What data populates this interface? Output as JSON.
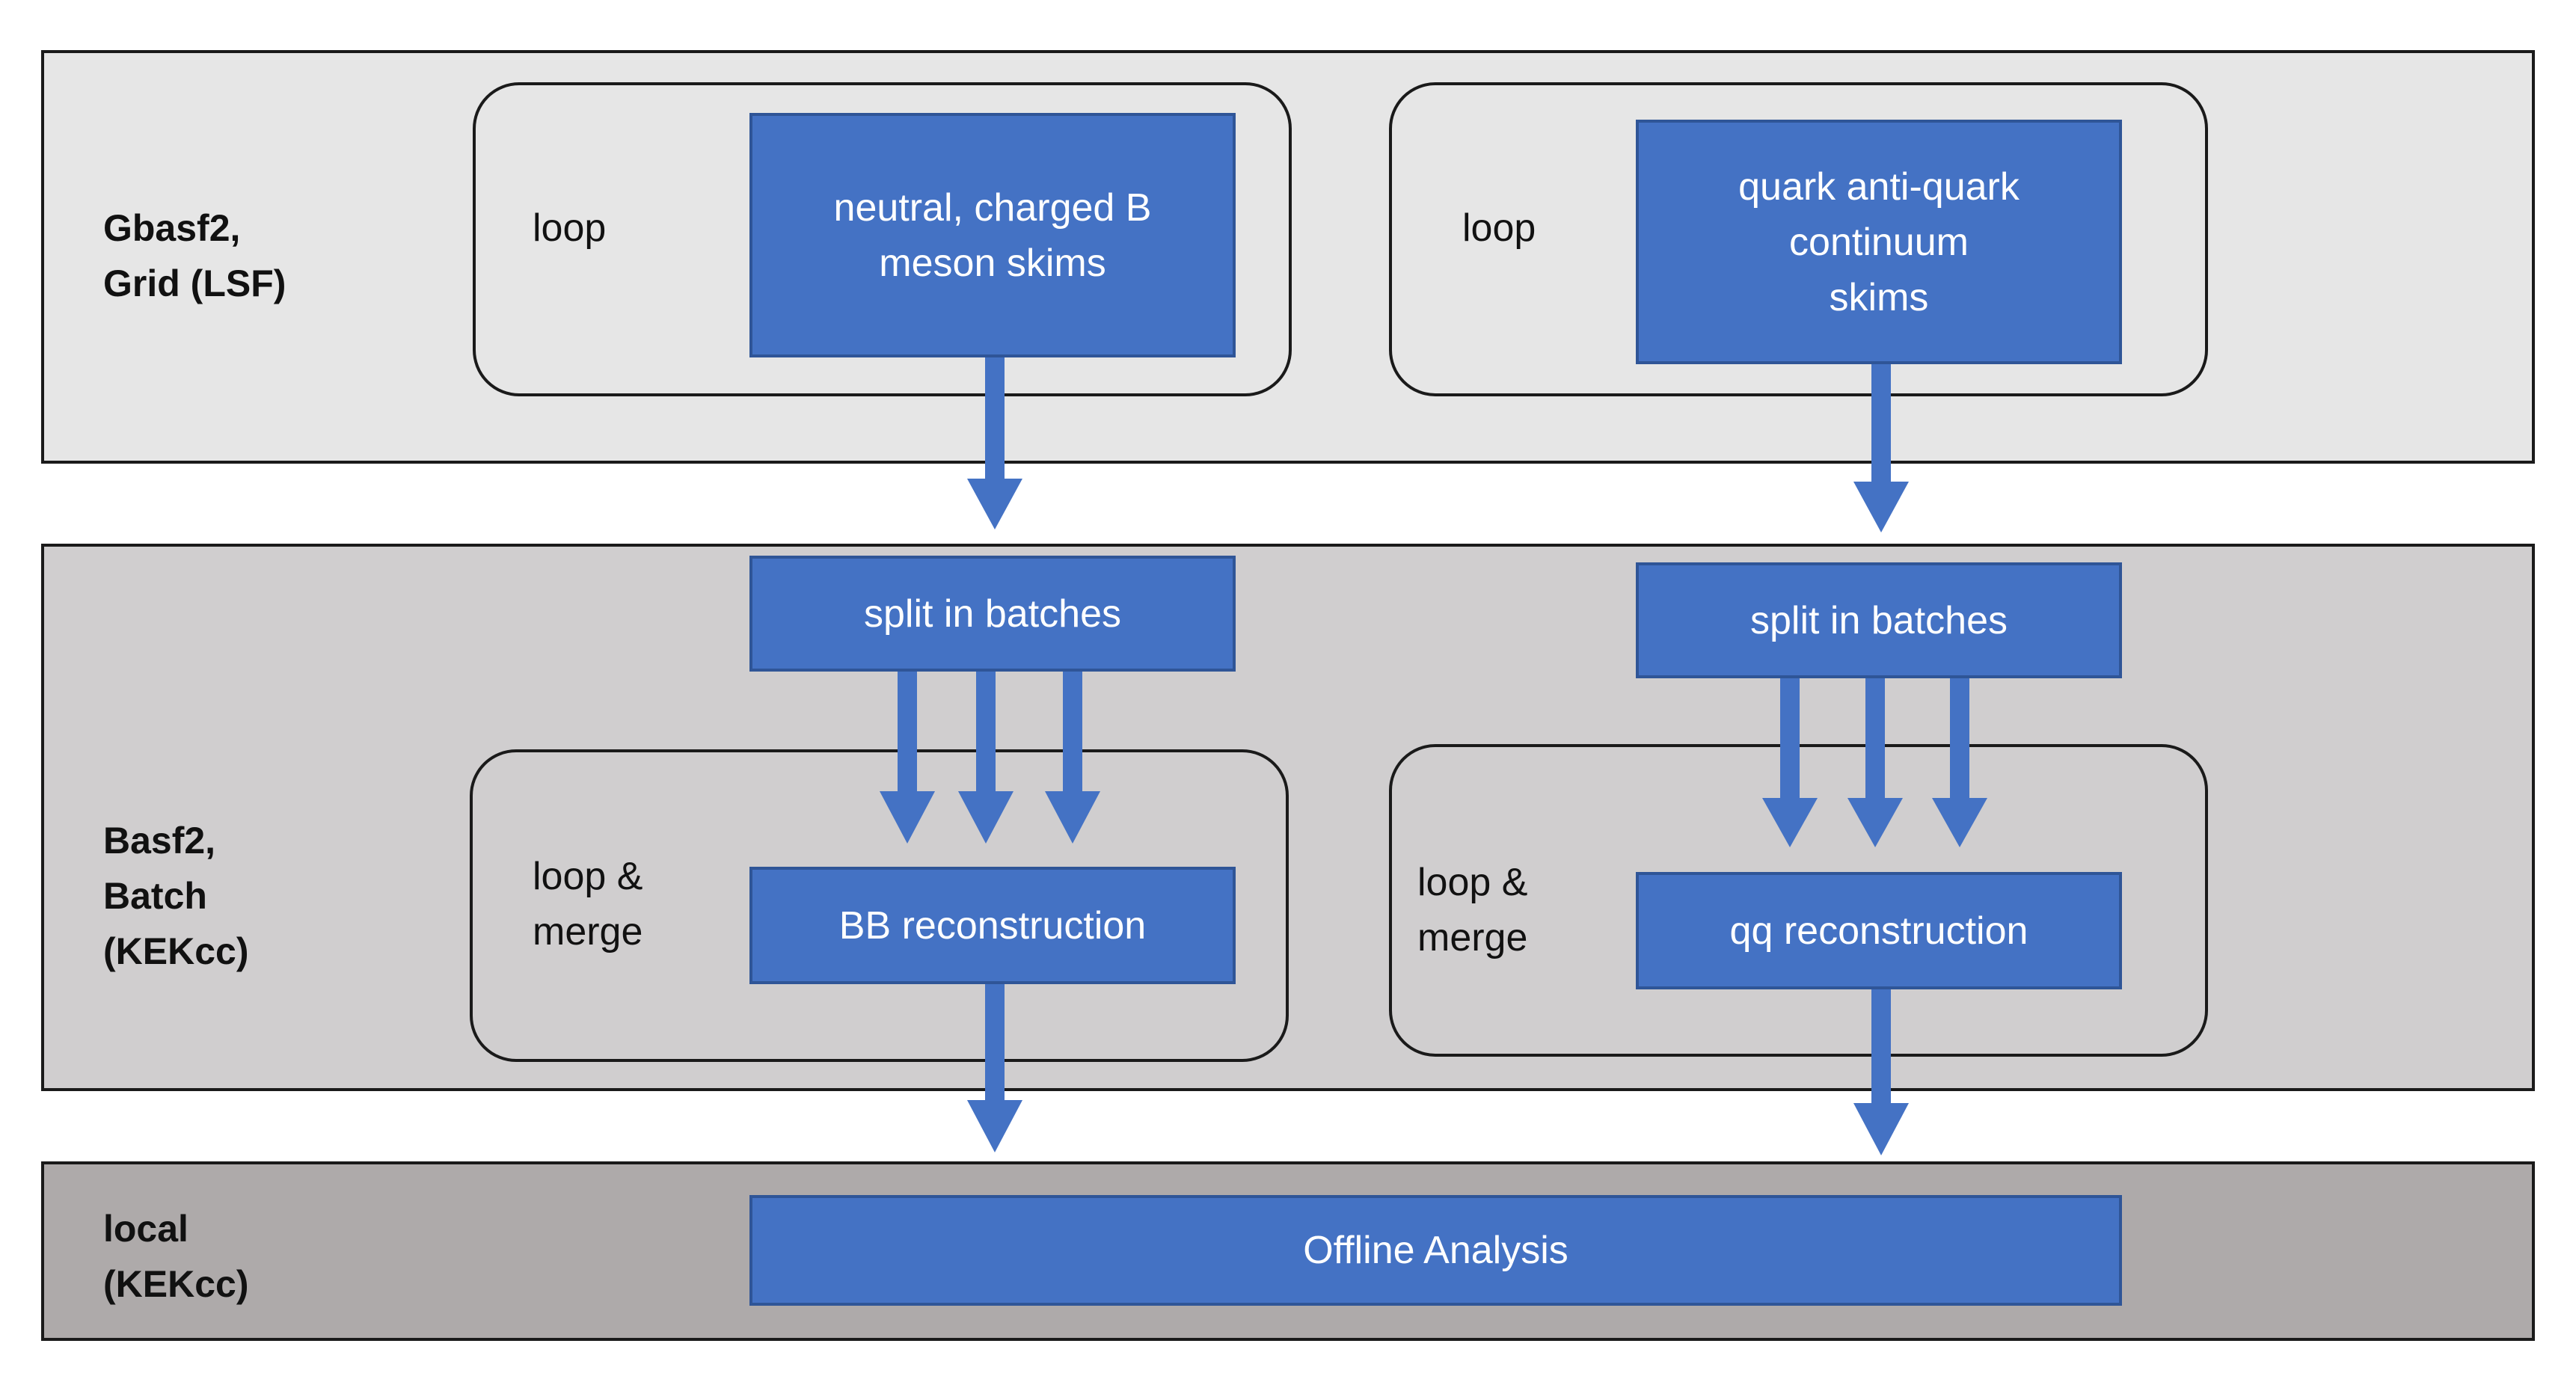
{
  "colors": {
    "task_fill": "#4472c4",
    "task_border": "#2f5597",
    "arrow": "#4472c4",
    "grid_band": "#e6e6e6",
    "batch_band": "#d0cecf",
    "local_band": "#aeaaaa"
  },
  "bands": {
    "grid": {
      "label": "Gbasf2,\nGrid (LSF)"
    },
    "batch": {
      "label": "Basf2,\nBatch\n(KEKcc)"
    },
    "local": {
      "label": "local\n(KEKcc)"
    }
  },
  "grid_loops": [
    {
      "loop_label": "loop",
      "task": "neutral, charged B\nmeson skims"
    },
    {
      "loop_label": "loop",
      "task": "quark anti-quark\ncontinuum\nskims"
    }
  ],
  "split": [
    {
      "label": "split in batches"
    },
    {
      "label": "split in batches"
    }
  ],
  "batch_loops": [
    {
      "loop_label": "loop &\nmerge",
      "task": "BB reconstruction"
    },
    {
      "loop_label": "loop &\nmerge",
      "task": "qq reconstruction"
    }
  ],
  "offline": {
    "label": "Offline Analysis"
  }
}
